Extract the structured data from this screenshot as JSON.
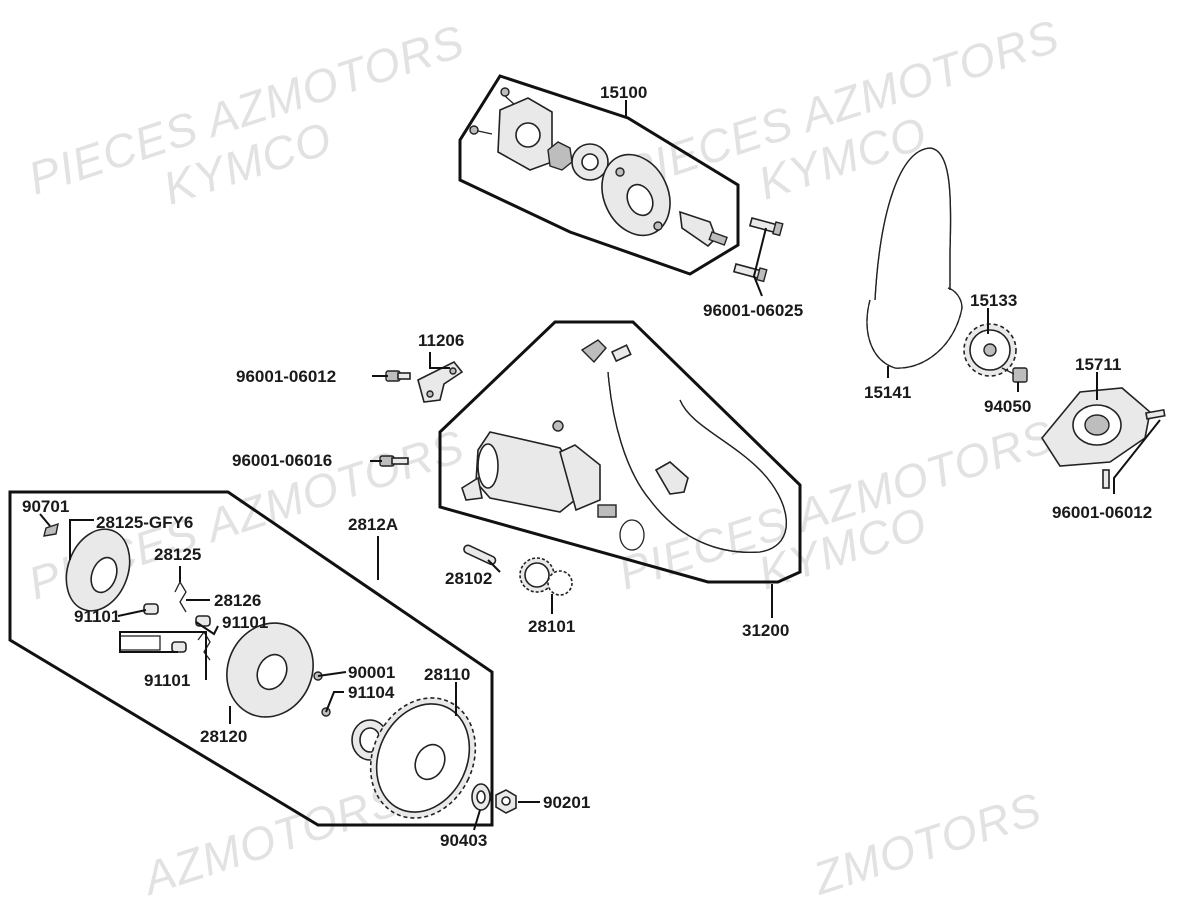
{
  "watermarks": {
    "pieces_azmotors": "PIECES AZMOTORS",
    "kymco": "KYMCO",
    "azmotors": "AZMOTORS",
    "zmotors": "ZMOTORS"
  },
  "labels": {
    "p15100": "15100",
    "p96001_06025": "96001-06025",
    "p15133": "15133",
    "p15711": "15711",
    "p15141": "15141",
    "p94050": "94050",
    "p96001_06012_right": "96001-06012",
    "p11206": "11206",
    "p96001_06012_left": "96001-06012",
    "p96001_06016": "96001-06016",
    "p90701": "90701",
    "p28125_gfy6": "28125-GFY6",
    "p2812a": "2812A",
    "p28125": "28125",
    "p28126": "28126",
    "p91101_a": "91101",
    "p91101_b": "91101",
    "p91101_c": "91101",
    "p90001": "90001",
    "p91104": "91104",
    "p28110": "28110",
    "p28120": "28120",
    "p28102": "28102",
    "p28101": "28101",
    "p31200": "31200",
    "p90201": "90201",
    "p90403": "90403"
  }
}
